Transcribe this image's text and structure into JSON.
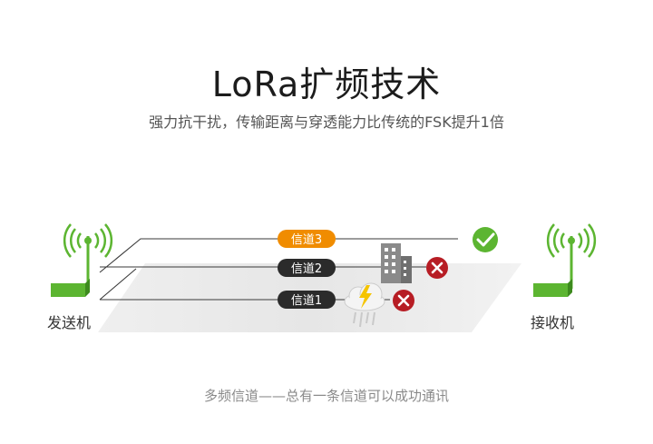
{
  "title": "LoRa扩频技术",
  "subtitle": "强力抗干扰，传输距离与穿透能力比传统的FSK提升1倍",
  "caption": "多频信道——总有一条信道可以成功通讯",
  "transmitter": {
    "label": "发送机",
    "icon": "antenna-icon"
  },
  "receiver": {
    "label": "接收机",
    "icon": "antenna-icon"
  },
  "channels": [
    {
      "label": "信道3",
      "status": "success",
      "status_icon": "check-icon",
      "obstacle": ""
    },
    {
      "label": "信道2",
      "status": "blocked",
      "status_icon": "cross-icon",
      "obstacle": "building-icon"
    },
    {
      "label": "信道1",
      "status": "blocked",
      "status_icon": "cross-icon",
      "obstacle": "storm-cloud-icon"
    }
  ],
  "colors": {
    "green": "#5cb531",
    "orange": "#f08c00",
    "dark": "#2b2b2b",
    "red": "#b71d24"
  }
}
